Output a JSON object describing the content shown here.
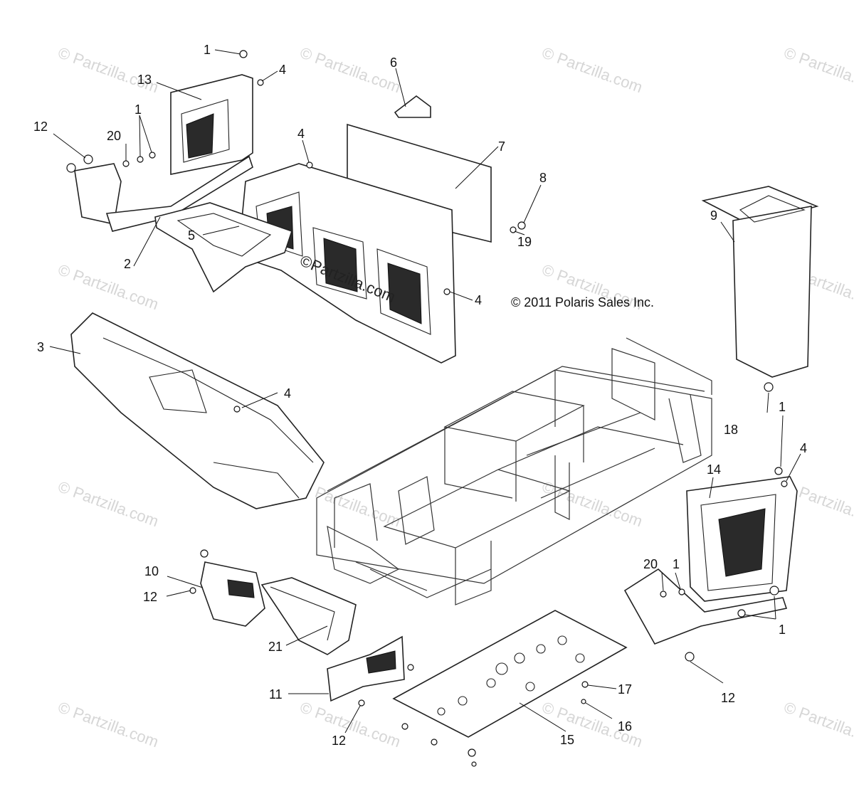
{
  "copyright": "© 2011 Polaris Sales Inc.",
  "watermark": "© Partzilla.com",
  "center_watermark": "©Partzilla.com",
  "callouts": {
    "c1a": "1",
    "c4a": "4",
    "c13": "13",
    "c12a": "12",
    "c20a": "20",
    "c1b": "1",
    "c6": "6",
    "c7": "7",
    "c4b": "4",
    "c8": "8",
    "c19": "19",
    "c5": "5",
    "c9": "9",
    "c2": "2",
    "c4c": "4",
    "c3": "3",
    "c4d": "4",
    "c18": "18",
    "c1c": "1",
    "c4e": "4",
    "c14": "14",
    "c10": "10",
    "c20b": "20",
    "c1d": "1",
    "c12b": "12",
    "c1e": "1",
    "c21": "21",
    "c11": "11",
    "c17": "17",
    "c12c": "12",
    "c16": "16",
    "c12d": "12",
    "c15": "15"
  }
}
